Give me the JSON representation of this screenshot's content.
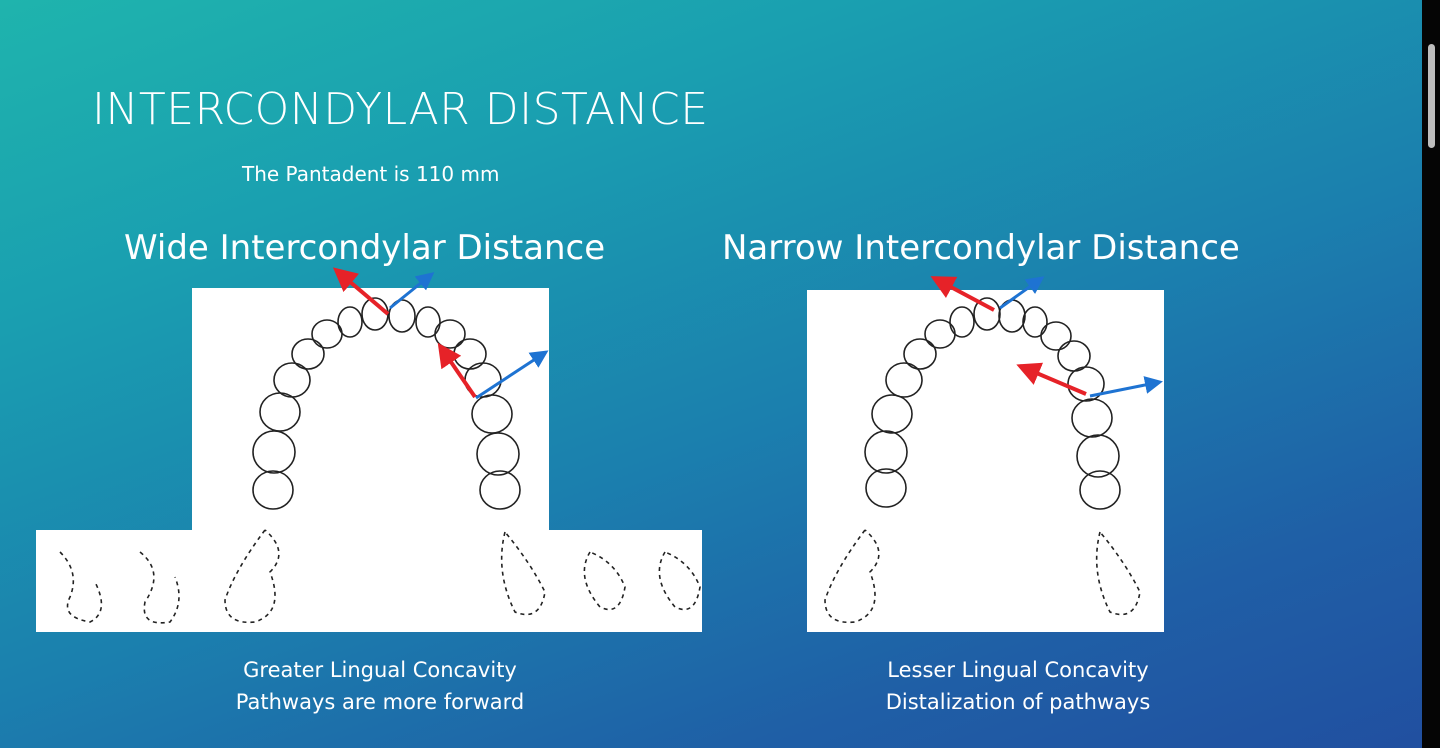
{
  "slide": {
    "title": "INTERCONDYLAR DISTANCE",
    "subtitle": "The Pantadent is 110 mm",
    "left": {
      "heading": "Wide Intercondylar Distance",
      "caption_line1": "Greater Lingual Concavity",
      "caption_line2": "Pathways are more forward"
    },
    "right": {
      "heading": "Narrow Intercondylar Distance",
      "caption_line1": "Lesser Lingual Concavity",
      "caption_line2": "Distalization of pathways"
    }
  },
  "colors": {
    "arrow_red": "#e62228",
    "arrow_blue": "#1e73d2",
    "panel": "#ffffff"
  }
}
